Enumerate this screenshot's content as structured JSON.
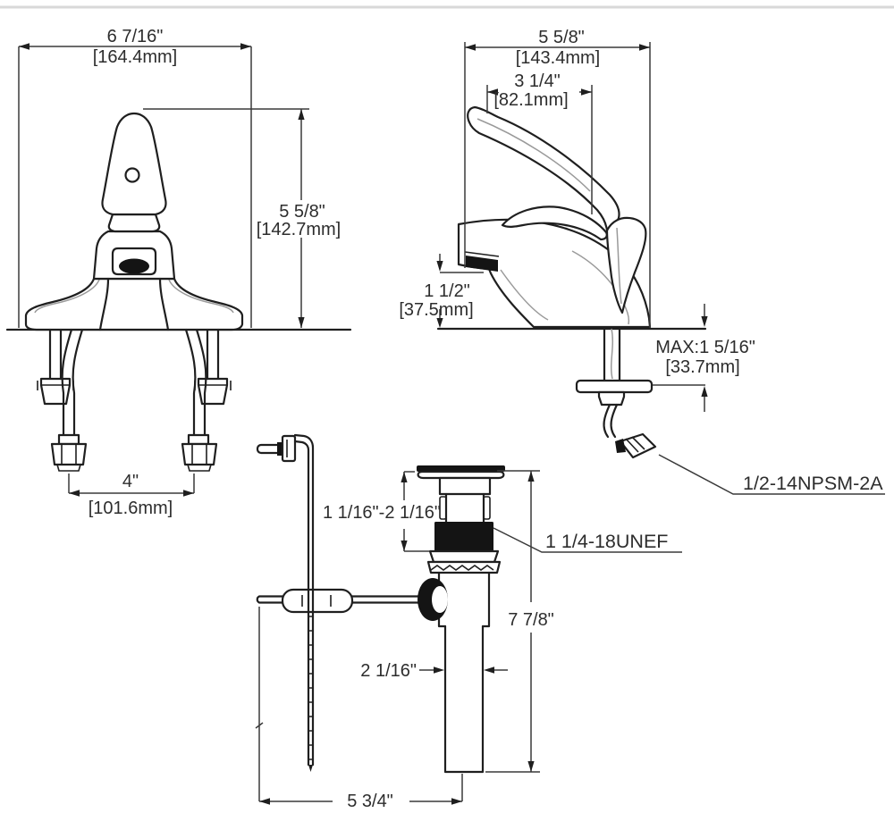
{
  "page": {
    "background": "#ffffff",
    "line_color": "#1f1f1f",
    "edge_color": "#d9d9d9"
  },
  "front_view": {
    "width_in": "6 7/16\"",
    "width_mm": "[164.4mm]",
    "height_in": "5 5/8\"",
    "height_mm": "[142.7mm]",
    "spread_in": "4\"",
    "spread_mm": "[101.6mm]"
  },
  "side_view": {
    "depth_in": "5 5/8\"",
    "depth_mm": "[143.4mm]",
    "handle_in": "3 1/4\"",
    "handle_mm": "[82.1mm]",
    "spout_height_in": "1 1/2\"",
    "spout_height_mm": "[37.5mm]",
    "deck_max": "MAX:1 5/16\"",
    "deck_max_mm": "[33.7mm]",
    "supply_thread": "1/2-14NPSM-2A"
  },
  "drain": {
    "flange_range": "1 1/16\"-2 1/16\"",
    "thread": "1 1/4-18UNEF",
    "overall_height": "7 7/8\"",
    "body_width": "2 1/16\"",
    "rod_offset": "5 3/4\""
  }
}
